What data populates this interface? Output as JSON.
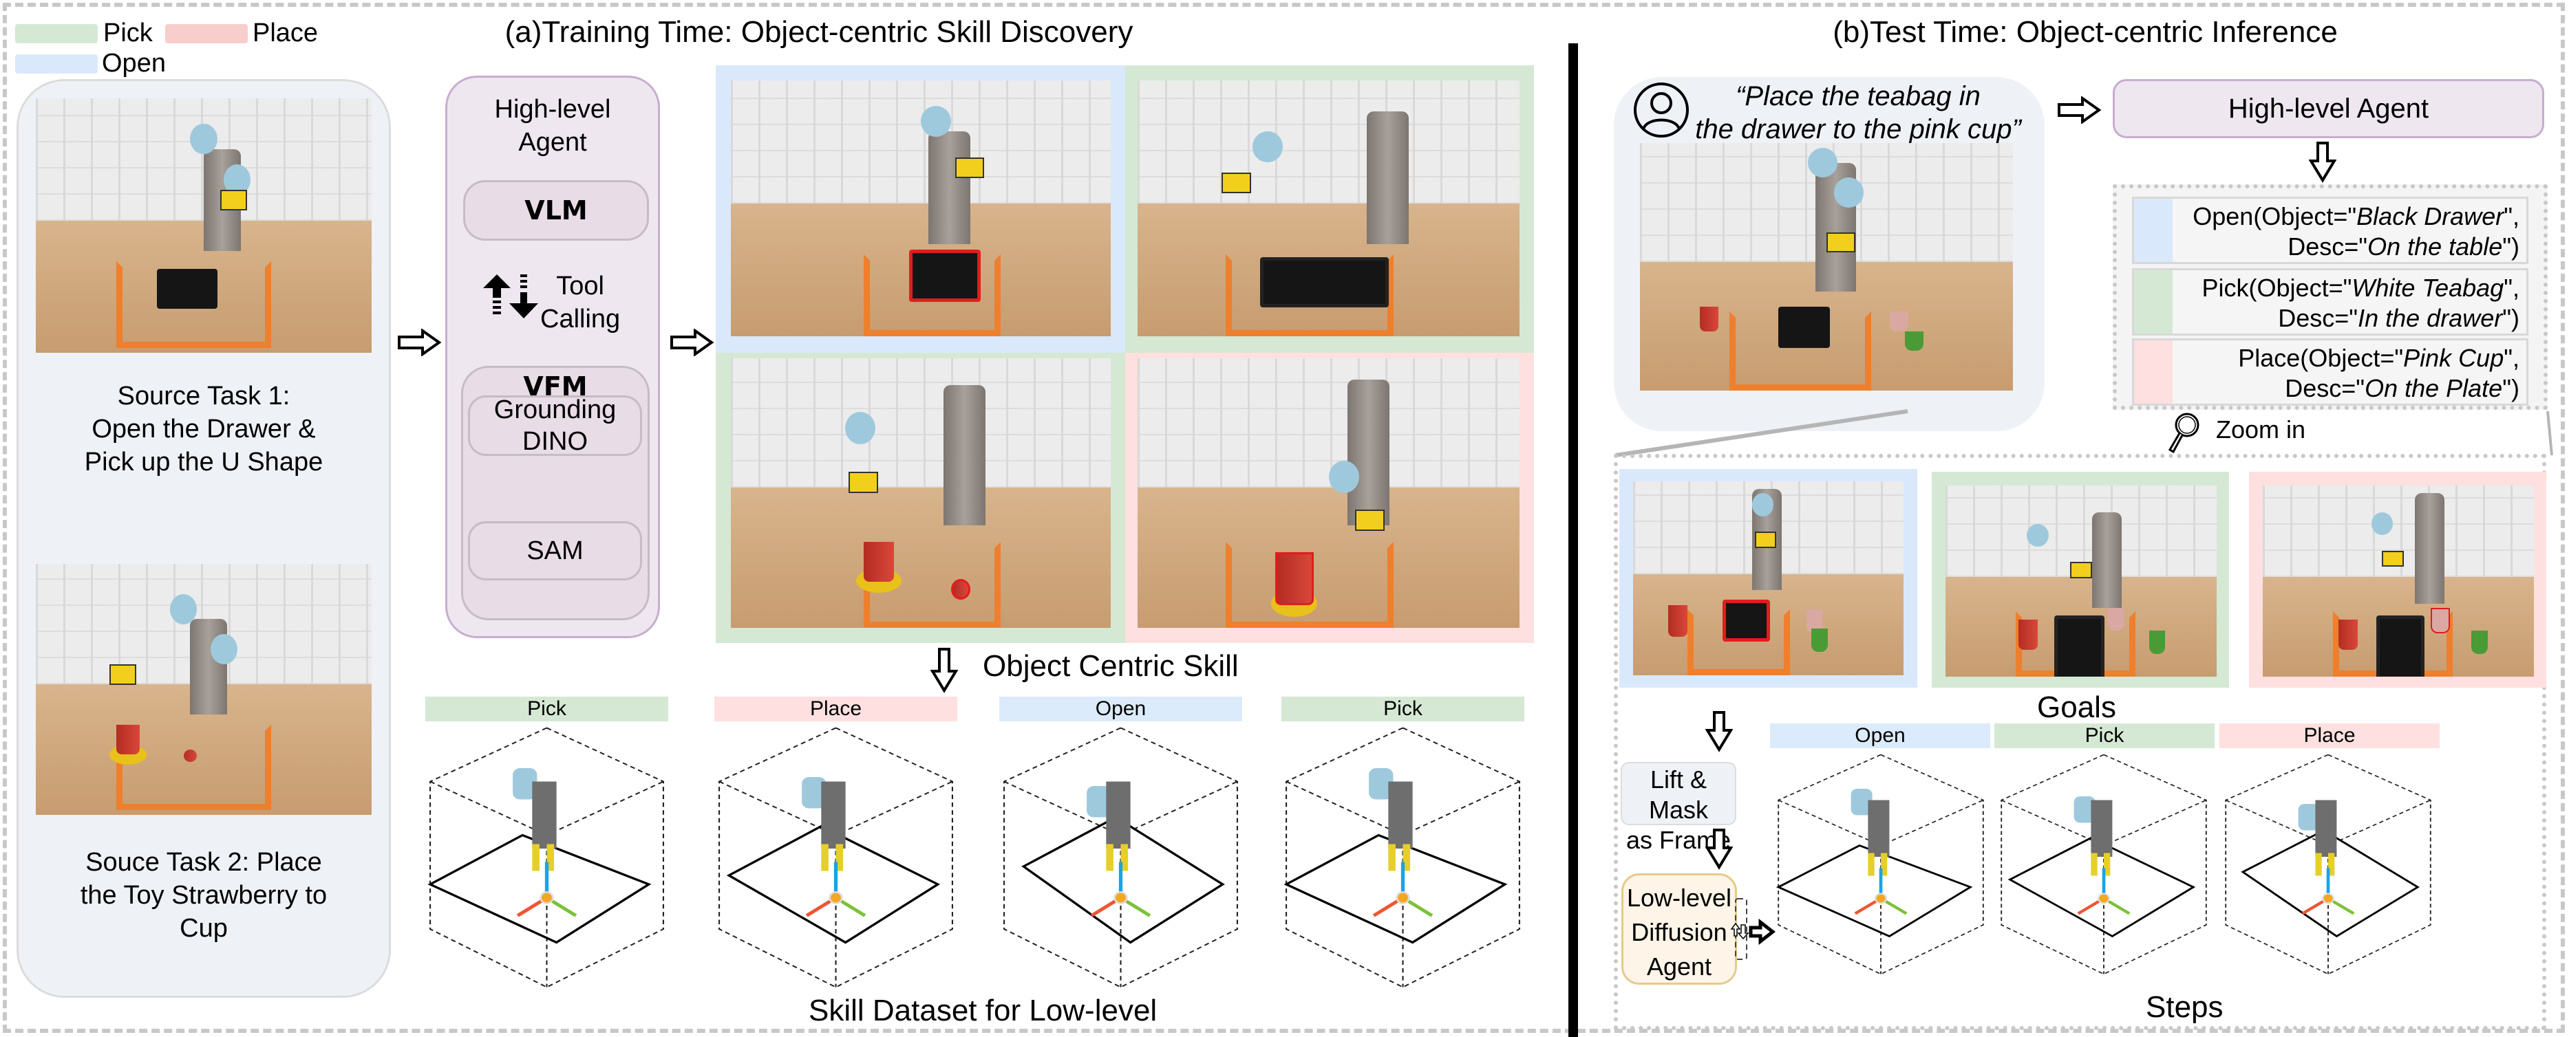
{
  "legend": {
    "items": [
      {
        "label": "Pick",
        "color": "#d5e8d4"
      },
      {
        "label": "Place",
        "color": "#f8cecc"
      },
      {
        "label": "Open",
        "color": "#dae8fc"
      }
    ]
  },
  "training": {
    "title": "(a)Training Time: Object-centric Skill Discovery",
    "source_tasks": [
      {
        "text_lines": [
          "Source Task 1:",
          "Open the Drawer &",
          "Pick up the U Shape"
        ]
      },
      {
        "text_lines": [
          "Souce Task 2: Place",
          "the Toy Strawberry to",
          "Cup"
        ]
      }
    ],
    "high_level_agent": {
      "title_lines": [
        "High-level",
        "Agent"
      ],
      "vlm_label": "VLM",
      "tool_calling_lines": [
        "Tool",
        "Calling"
      ],
      "vfm_label": "VFM",
      "grounding_lines": [
        "Grounding",
        "DINO"
      ],
      "sam_label": "SAM"
    },
    "discovered_skills": [
      {
        "skill": "Open",
        "frame_color": "#dae8fc"
      },
      {
        "skill": "Pick",
        "frame_color": "#d5e8d4"
      },
      {
        "skill": "Pick",
        "frame_color": "#d5e8d4"
      },
      {
        "skill": "Place",
        "frame_color": "#f8cecc"
      }
    ],
    "object_centric_label": "Object Centric Skill",
    "skill_dataset": {
      "tags": [
        {
          "label": "Pick",
          "color": "#d5e8d4"
        },
        {
          "label": "Place",
          "color": "#fde0df"
        },
        {
          "label": "Open",
          "color": "#dcebfb"
        },
        {
          "label": "Pick",
          "color": "#d5e8d4"
        }
      ],
      "caption": "Skill Dataset for Low-level"
    }
  },
  "test": {
    "title": "(b)Test Time: Object-centric Inference",
    "instruction_lines": [
      "“Place the teabag in",
      "the drawer to the pink cup”"
    ],
    "high_level_agent_label": "High-level Agent",
    "plan": [
      {
        "skill": "Open",
        "color": "#dae8fc",
        "line1_prefix": "Open(Object=\"",
        "object": "Black Drawer",
        "line2_prefix": "Desc=\"",
        "desc": "On the table"
      },
      {
        "skill": "Pick",
        "color": "#d5e8d4",
        "line1_prefix": "Pick(Object=\"",
        "object": "White Teabag",
        "line2_prefix": "Desc=\"",
        "desc": "In the drawer"
      },
      {
        "skill": "Place",
        "color": "#fde0df",
        "line1_prefix": "Place(Object=\"",
        "object": "Pink Cup",
        "line2_prefix": "Desc=\"",
        "desc": "On the Plate"
      }
    ],
    "zoom_label": "Zoom in",
    "goals_label": "Goals",
    "goal_frames": [
      {
        "skill": "Open",
        "color": "#dae8fc"
      },
      {
        "skill": "Pick",
        "color": "#d5e8d4"
      },
      {
        "skill": "Place",
        "color": "#fde0df"
      }
    ],
    "lift_mask_lines": [
      "Lift & Mask",
      "as Frame"
    ],
    "low_level_lines": [
      "Low-level",
      "Diffusion",
      "Agent"
    ],
    "step_tags": [
      {
        "label": "Open",
        "color": "#dcebfb"
      },
      {
        "label": "Pick",
        "color": "#d5e8d4"
      },
      {
        "label": "Place",
        "color": "#fde0df"
      }
    ],
    "steps_label": "Steps"
  }
}
